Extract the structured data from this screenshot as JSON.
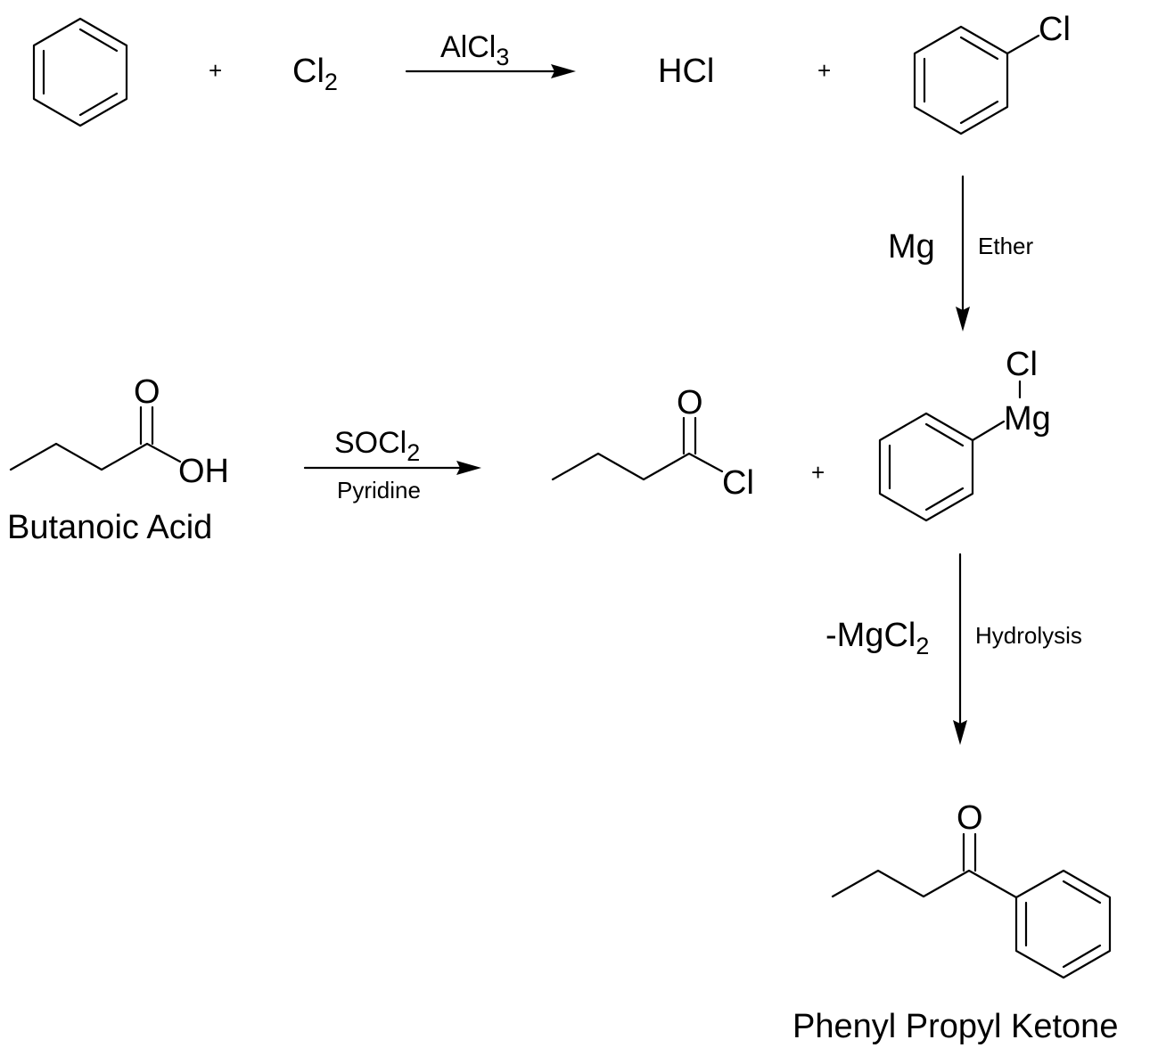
{
  "reactions": {
    "chlorination": {
      "plus_1": "+",
      "reactant_cl": "Cl",
      "reactant_cl_sub": "2",
      "catalyst": "AlCl",
      "catalyst_sub": "3",
      "product_hcl": "HCl",
      "plus_2": "+",
      "chlorobenzene_atom": "Cl"
    },
    "grignard_formation": {
      "reagent": "Mg",
      "solvent": "Ether"
    },
    "acid_chloride_formation": {
      "reactant_label": "Butanoic Acid",
      "reactant_o": "O",
      "reactant_oh": "OH",
      "reagent": "SOCl",
      "reagent_sub": "2",
      "solvent": "Pyridine",
      "product_o": "O",
      "product_cl": "Cl",
      "plus": "+",
      "grignard_cl": "Cl",
      "grignard_mg": "Mg"
    },
    "coupling": {
      "byproduct": "-MgCl",
      "byproduct_sub": "2",
      "condition": "Hydrolysis",
      "product_o": "O",
      "product_label": "Phenyl Propyl Ketone"
    }
  },
  "colors": {
    "ink": "#000000",
    "background": "#ffffff"
  }
}
